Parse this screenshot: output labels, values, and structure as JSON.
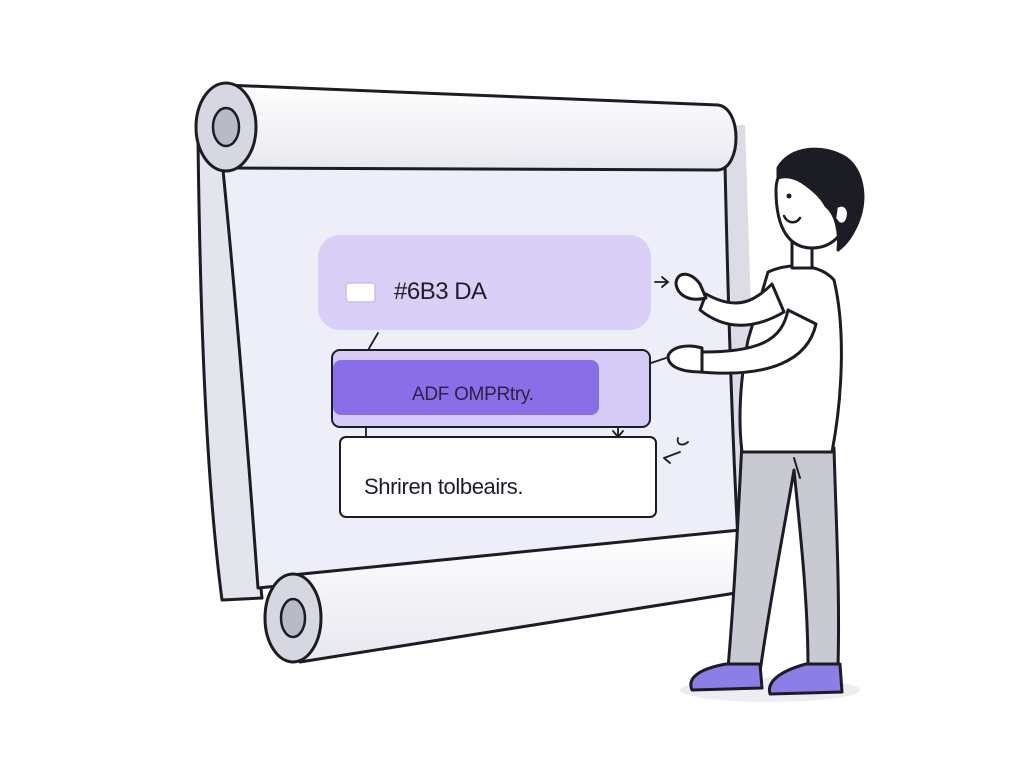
{
  "scroll_panel": {
    "color_field": {
      "value": "#6B3 DA",
      "fill_color": "#d9cff7",
      "icon": "swatch-icon"
    },
    "action_button": {
      "label": "ADF OMPRtry.",
      "fill_color": "#8a6ee8",
      "icon": "none"
    },
    "output_box": {
      "text": "Shriren tolbeairs."
    }
  },
  "colors": {
    "accent": "#8a6ee8",
    "accent_light": "#d9cff7",
    "panel_bg": "#eeeef8",
    "outline": "#1c1c24",
    "shoes": "#8b7ee6"
  }
}
